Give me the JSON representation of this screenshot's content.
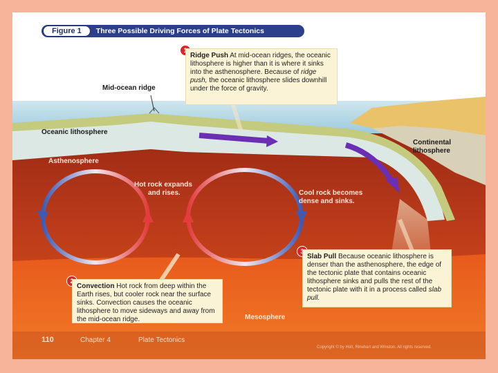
{
  "figure": {
    "tag": "Figure 1",
    "title": "Three Possible Driving Forces of Plate Tectonics"
  },
  "callouts": {
    "ridge_push": {
      "number": "1",
      "heading": "Ridge Push",
      "text_a": " At mid-ocean ridges, the oceanic lithosphere is higher than it is where it sinks into the asthenosphere. Because of ",
      "term": "ridge push,",
      "text_b": " the oceanic lithosphere slides downhill under the force of gravity."
    },
    "convection": {
      "number": "2",
      "heading": "Convection",
      "text": " Hot rock from deep within the Earth rises, but cooler rock near the surface sinks. Convection causes the oceanic lithosphere to move sideways and away from the mid-ocean ridge."
    },
    "slab_pull": {
      "number": "3",
      "heading": "Slab Pull",
      "text_a": " Because oceanic lithosphere is denser than the asthenosphere, the edge of the tectonic plate that contains oceanic lithosphere sinks and pulls the rest of the tectonic plate with it in a process called ",
      "term": "slab pull.",
      "text_b": ""
    }
  },
  "labels": {
    "mid_ocean_ridge": "Mid-ocean ridge",
    "oceanic_lithosphere": "Oceanic lithosphere",
    "continental_lithosphere_1": "Continental",
    "continental_lithosphere_2": "lithosphere",
    "asthenosphere": "Asthenosphere",
    "hot_rock_1": "Hot rock expands",
    "hot_rock_2": "and rises.",
    "cool_rock_1": "Cool rock becomes",
    "cool_rock_2": "dense and sinks.",
    "mesosphere": "Mesosphere"
  },
  "footer": {
    "page_number": "110",
    "chapter": "Chapter 4",
    "chapter_title": "Plate Tectonics",
    "copyright": "Copyright © by Holt, Rinehart and Winston. All rights reserved."
  },
  "colors": {
    "border": "#f7b49a",
    "ocean": "#a9d3e3",
    "lithosphere": "#c8ce8c",
    "continent": "#e9c26a",
    "asthenosphere": "#b5341a",
    "mesosphere": "#e8521e",
    "arrow": "#6a2fb2",
    "badge": "#d62828"
  }
}
